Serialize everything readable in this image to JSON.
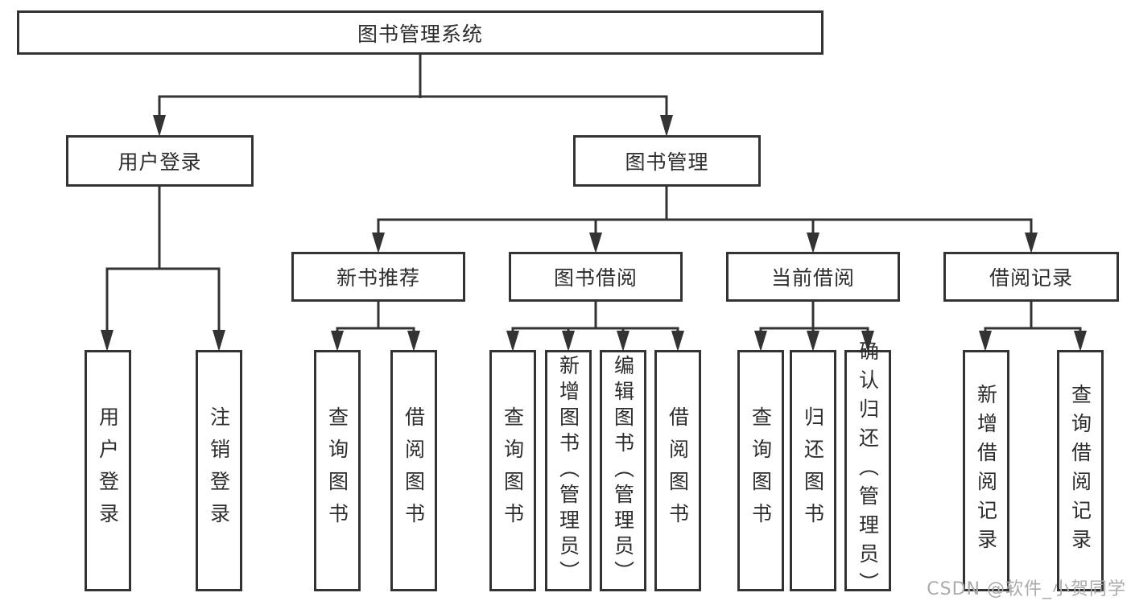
{
  "diagram": {
    "root": "图书管理系统",
    "level2": {
      "user_login": "用户登录",
      "book_management": "图书管理"
    },
    "level3": {
      "new_book_recommend": "新书推荐",
      "book_borrow": "图书借阅",
      "current_borrow": "当前借阅",
      "borrow_records": "借阅记录"
    },
    "leaves": {
      "login_user": "用户登录",
      "login_logout": "注销登录",
      "rec_query_books": "查询图书",
      "rec_borrow_books": "借阅图书",
      "bor_query_books": "查询图书",
      "bor_add_books": "新增图书（管理员）",
      "bor_edit_books": "编辑图书（管理员）",
      "bor_borrow_books": "借阅图书",
      "cur_query_books": "查询图书",
      "cur_return_books": "归还图书",
      "cur_confirm_return": "确认归还（管理员）",
      "recd_add_record": "新增借阅记录",
      "recd_query_record": "查询借阅记录"
    }
  },
  "watermark": "CSDN @软件_小贺同学",
  "colors": {
    "line": "#333333",
    "text": "#2d2d2d",
    "watermark": "#ababab"
  }
}
